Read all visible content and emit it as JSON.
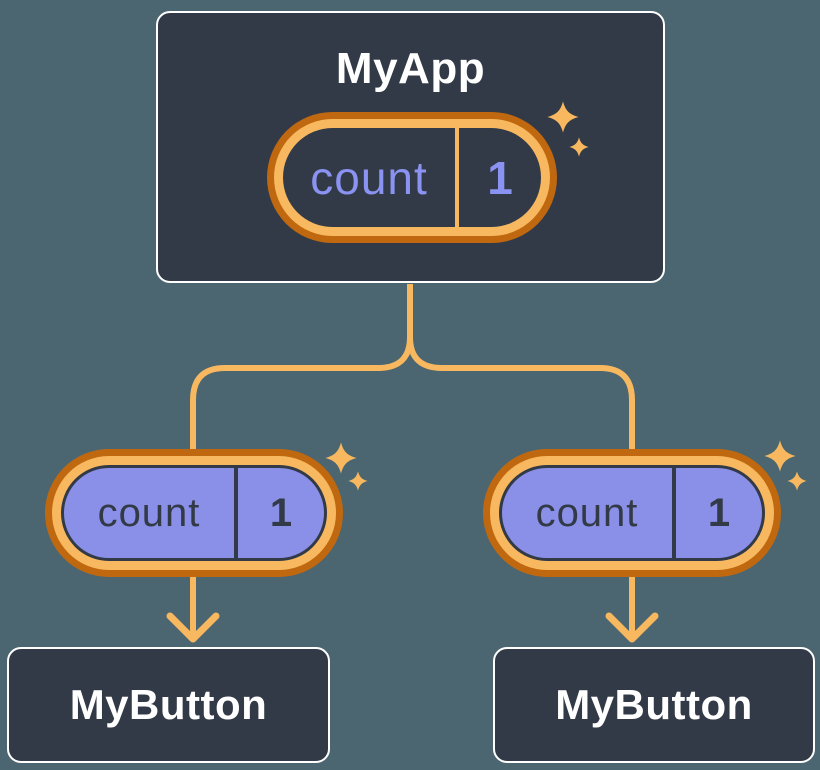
{
  "colors": {
    "background": "#4B6670",
    "node_fill": "#333A47",
    "node_border": "#FFFFFF",
    "pill_ring_outer": "#C0680F",
    "pill_ring_inner": "#F7B85F",
    "pill_fill_purple": "#8A90E8",
    "pill_fill_dark": "#333A47",
    "state_text_purple": "#8A93F2",
    "state_text_dark": "#333A47",
    "connector_orange": "#F7B85F",
    "title_text": "#FFFFFF"
  },
  "nodes": {
    "root": {
      "label": "MyApp"
    },
    "child_left": {
      "label": "MyButton"
    },
    "child_right": {
      "label": "MyButton"
    }
  },
  "pills": {
    "root": {
      "name": "count",
      "value": "1"
    },
    "left": {
      "name": "count",
      "value": "1"
    },
    "right": {
      "name": "count",
      "value": "1"
    }
  },
  "icons": {
    "sparkle": "four-point-star-sparkle",
    "arrow": "down-arrow"
  }
}
